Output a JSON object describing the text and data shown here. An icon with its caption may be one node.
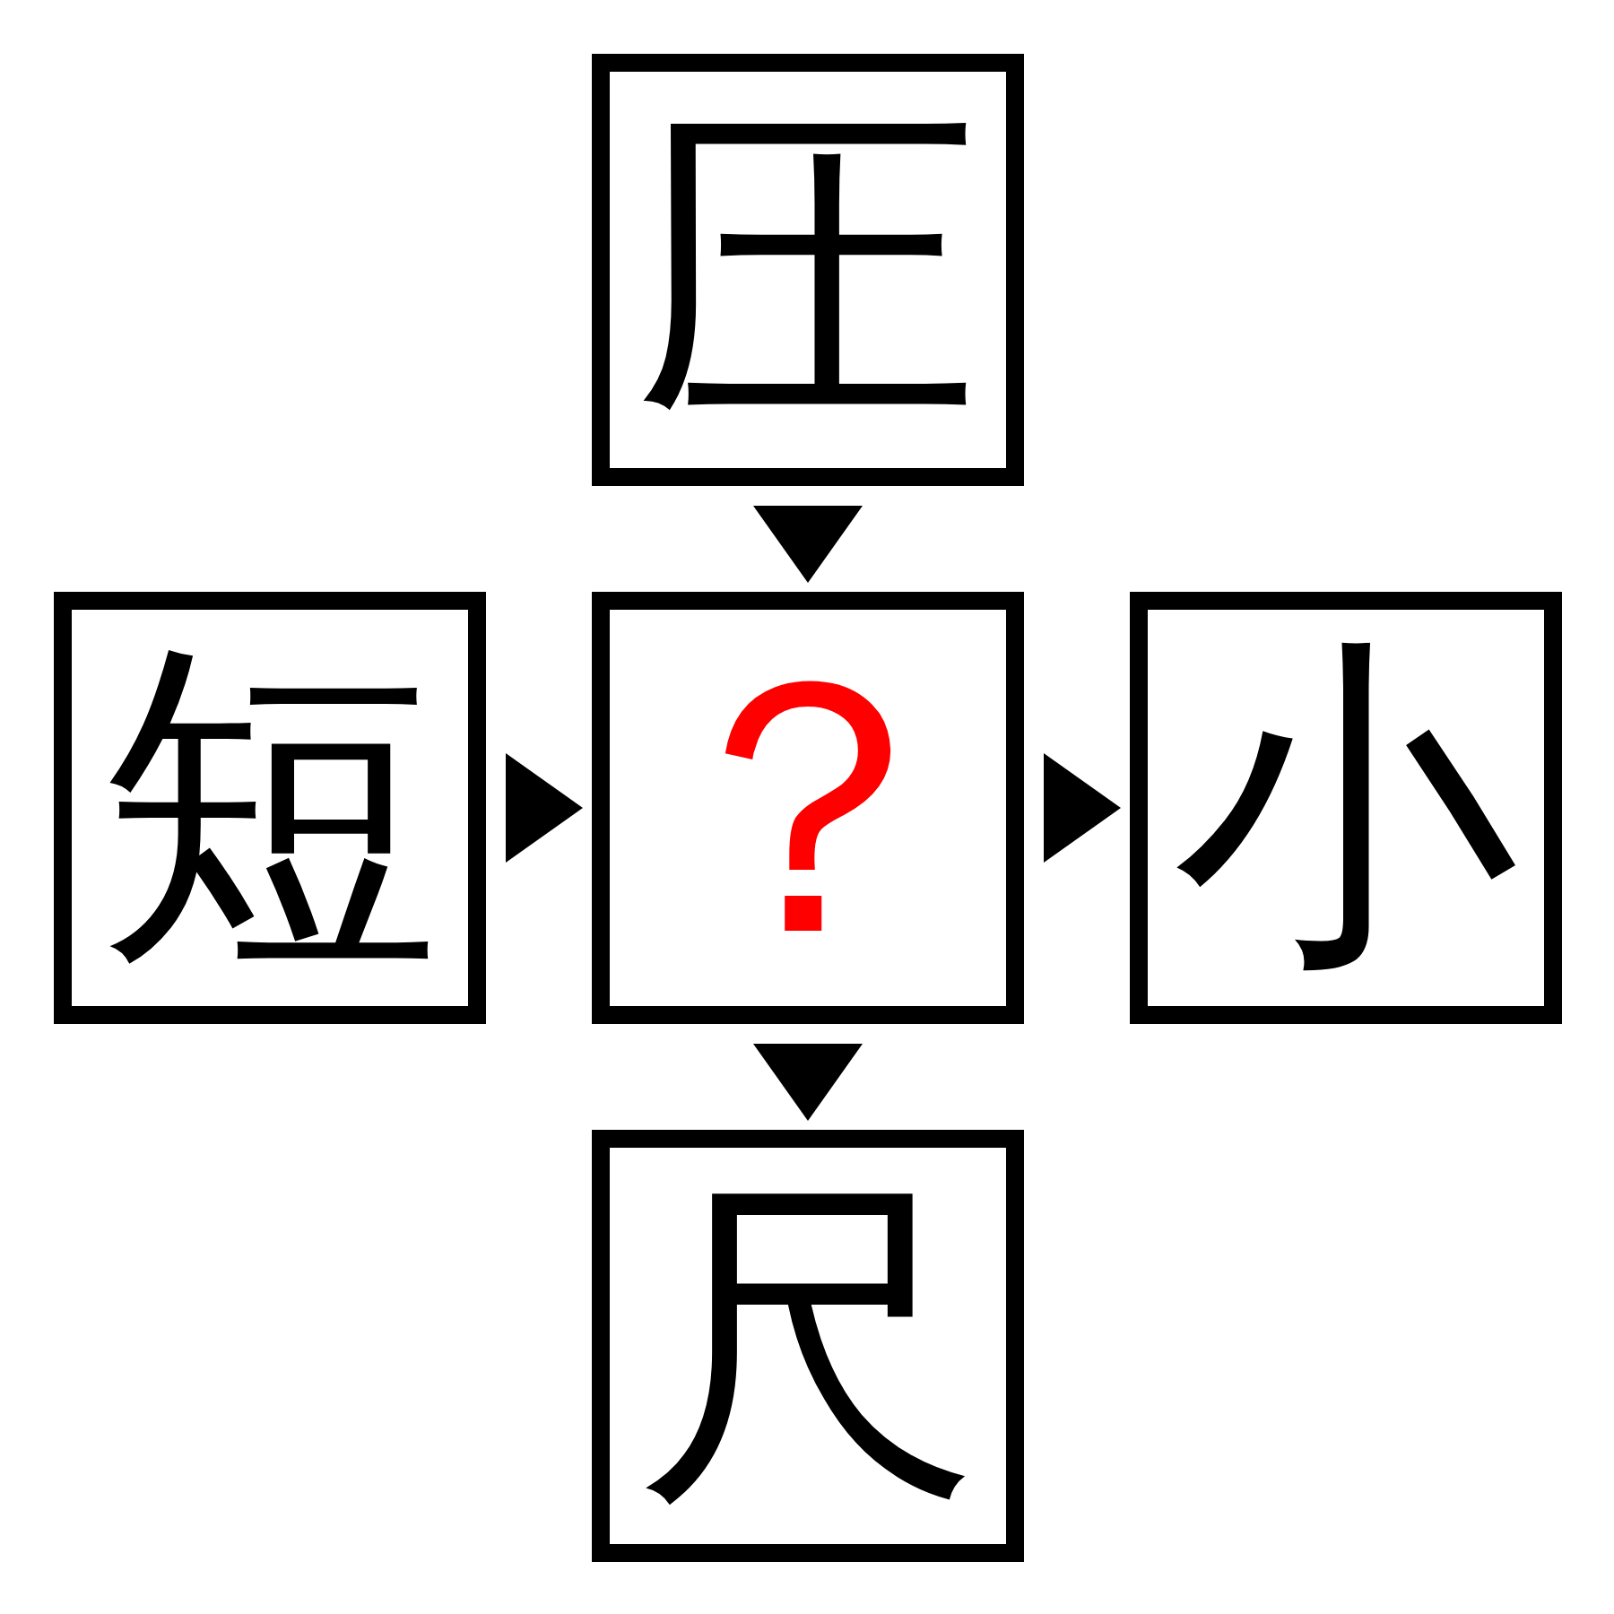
{
  "diagram": {
    "nodes": [
      {
        "text": [
          "圧"
        ]
      },
      {
        "text": [
          "短"
        ]
      },
      {
        "text": [
          "？"
        ]
      },
      {
        "text": [
          "小"
        ]
      },
      {
        "text": [
          "尺"
        ]
      }
    ],
    "edges": [
      {
        "from": 0,
        "to": 2,
        "arrow": "to"
      },
      {
        "from": 1,
        "to": 2,
        "arrow": "to"
      },
      {
        "from": 2,
        "to": 3,
        "arrow": "to"
      },
      {
        "from": 2,
        "to": 4,
        "arrow": "to"
      }
    ]
  }
}
